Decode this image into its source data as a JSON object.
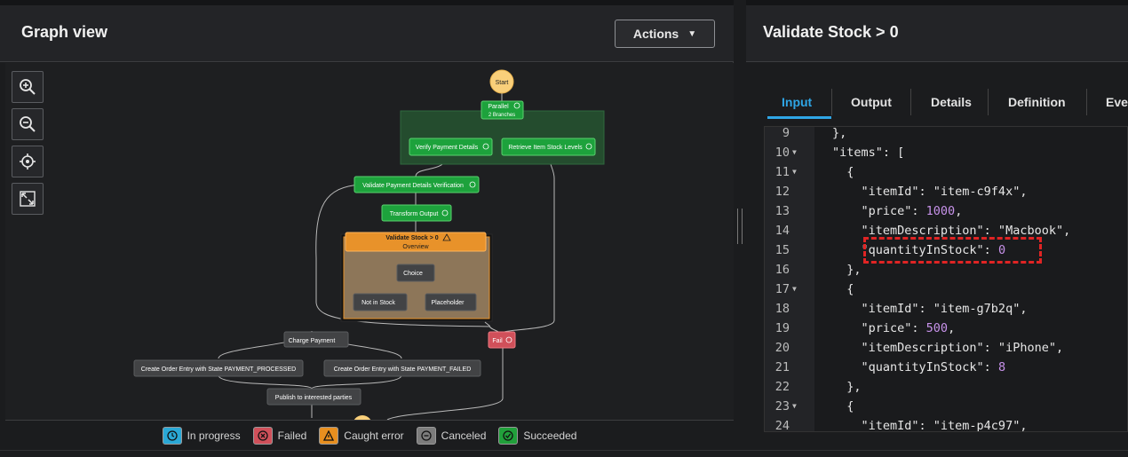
{
  "graph_panel": {
    "title": "Graph view",
    "actions_label": "Actions"
  },
  "graph": {
    "start": "Start",
    "parallel": "Parallel",
    "parallel_sub": "2 Branches",
    "verify_payment": "Verify Payment Details",
    "retrieve_stock": "Retrieve Item Stock Levels",
    "validate_payment": "Validate Payment Details Verification",
    "transform_output": "Transform Output",
    "validate_stock": "Validate Stock > 0",
    "overview": "Overview",
    "choice": "Choice",
    "not_in_stock": "Not in Stock",
    "placeholder": "Placeholder",
    "charge_payment": "Charge Payment",
    "fail": "Fail",
    "create_processed": "Create Order Entry with State PAYMENT_PROCESSED",
    "create_failed": "Create Order Entry with State PAYMENT_FAILED",
    "publish": "Publish to interested parties"
  },
  "legend": [
    {
      "label": "In progress",
      "color": "#2aa8d6",
      "icon": "clock-icon"
    },
    {
      "label": "Failed",
      "color": "#d0505a",
      "icon": "x-circle-icon"
    },
    {
      "label": "Caught error",
      "color": "#e88f1f",
      "icon": "warning-icon"
    },
    {
      "label": "Canceled",
      "color": "#7c7c7c",
      "icon": "minus-circle-icon"
    },
    {
      "label": "Succeeded",
      "color": "#21a03b",
      "icon": "check-circle-icon"
    }
  ],
  "detail_panel": {
    "title": "Validate Stock > 0",
    "tabs": [
      "Input",
      "Output",
      "Details",
      "Definition",
      "Eve"
    ],
    "active_tab": "Input"
  },
  "code_lines": [
    {
      "n": "9",
      "fold": false,
      "text": "},"
    },
    {
      "n": "10",
      "fold": true,
      "text": "\"items\": ["
    },
    {
      "n": "11",
      "fold": true,
      "text": "  {"
    },
    {
      "n": "12",
      "fold": false,
      "text": "    \"itemId\": \"item-c9f4x\","
    },
    {
      "n": "13",
      "fold": false,
      "text": "    \"price\": 1000,"
    },
    {
      "n": "14",
      "fold": false,
      "text": "    \"itemDescription\": \"Macbook\","
    },
    {
      "n": "15",
      "fold": false,
      "text": "    \"quantityInStock\": 0"
    },
    {
      "n": "16",
      "fold": false,
      "text": "  },"
    },
    {
      "n": "17",
      "fold": true,
      "text": "  {"
    },
    {
      "n": "18",
      "fold": false,
      "text": "    \"itemId\": \"item-g7b2q\","
    },
    {
      "n": "19",
      "fold": false,
      "text": "    \"price\": 500,"
    },
    {
      "n": "20",
      "fold": false,
      "text": "    \"itemDescription\": \"iPhone\","
    },
    {
      "n": "21",
      "fold": false,
      "text": "    \"quantityInStock\": 8"
    },
    {
      "n": "22",
      "fold": false,
      "text": "  },"
    },
    {
      "n": "23",
      "fold": true,
      "text": "  {"
    },
    {
      "n": "24",
      "fold": false,
      "text": "    \"itemId\": \"item-p4c97\","
    }
  ]
}
